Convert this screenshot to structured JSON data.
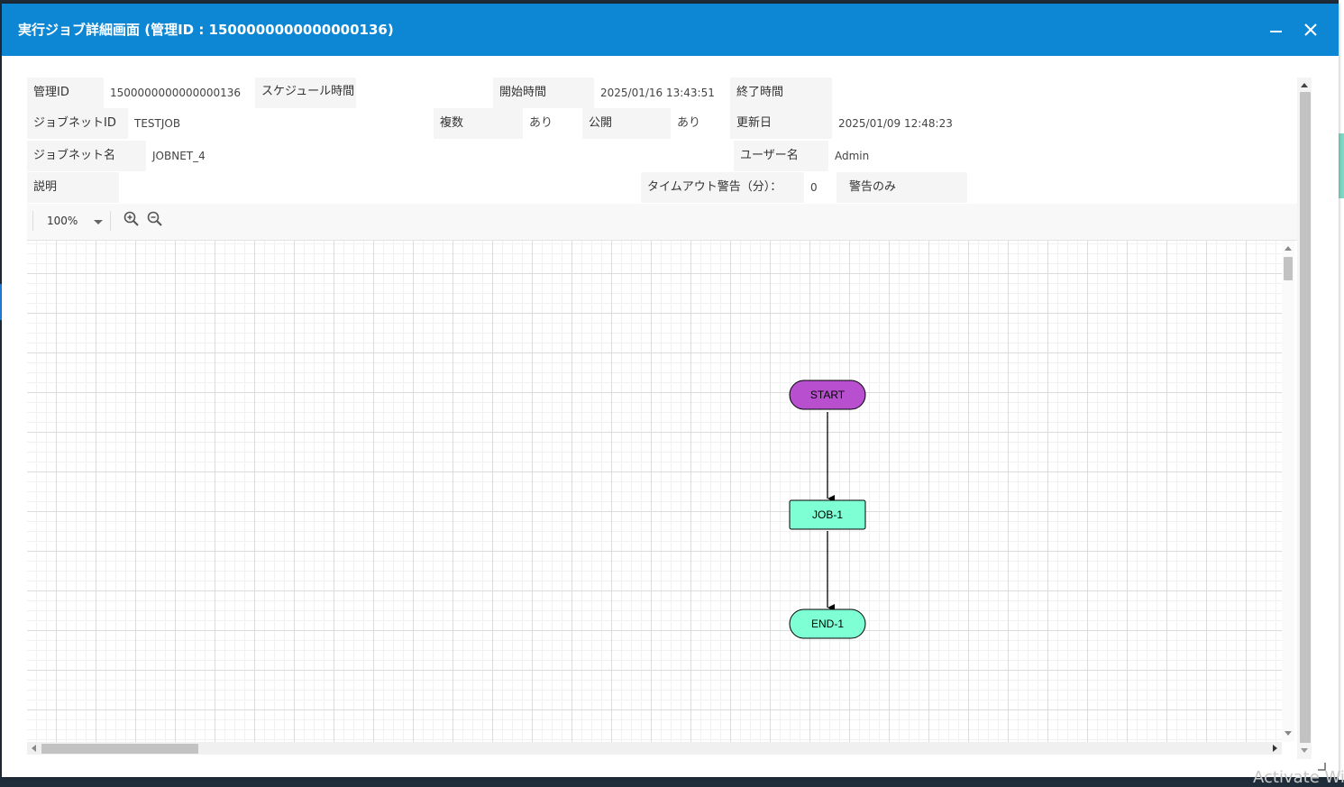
{
  "window": {
    "title": "実行ジョブ詳細画面 (管理ID : 1500000000000000136)",
    "minimize_label": "minimize",
    "close_label": "close",
    "titlebar_color": "#0d87d4"
  },
  "info": {
    "kanri_id_label": "管理ID",
    "kanri_id_value": "1500000000000000136",
    "schedule_label": "スケジュール時間",
    "schedule_value": "",
    "start_label": "開始時間",
    "start_value": "2025/01/16 13:43:51",
    "end_label": "終了時間",
    "end_value": "",
    "jobnet_id_label": "ジョブネットID",
    "jobnet_id_value": "TESTJOB",
    "multiple_label": "複数",
    "multiple_value": "あり",
    "public_label": "公開",
    "public_value": "あり",
    "updated_label": "更新日",
    "updated_value": "2025/01/09 12:48:23",
    "jobnet_name_label": "ジョブネット名",
    "jobnet_name_value": "JOBNET_4",
    "user_label": "ユーザー名",
    "user_value": "Admin",
    "desc_label": "説明",
    "desc_value": "",
    "timeout_label": "タイムアウト警告（分）：",
    "timeout_value": "0",
    "timeout_mode": "警告のみ"
  },
  "toolbar": {
    "zoom_value": "100%",
    "zoom_in_icon": "zoom-in-icon",
    "zoom_out_icon": "zoom-out-icon"
  },
  "flow": {
    "nodes": [
      {
        "id": "start",
        "label": "START",
        "shape": "pill",
        "color": "#b74fcf"
      },
      {
        "id": "job1",
        "label": "JOB-1",
        "shape": "rect",
        "color": "#7fffd4"
      },
      {
        "id": "end1",
        "label": "END-1",
        "shape": "pill",
        "color": "#7fffd4"
      }
    ],
    "edges": [
      {
        "from": "start",
        "to": "job1"
      },
      {
        "from": "job1",
        "to": "end1"
      }
    ]
  },
  "background": {
    "watermark": "Activate Wi"
  }
}
